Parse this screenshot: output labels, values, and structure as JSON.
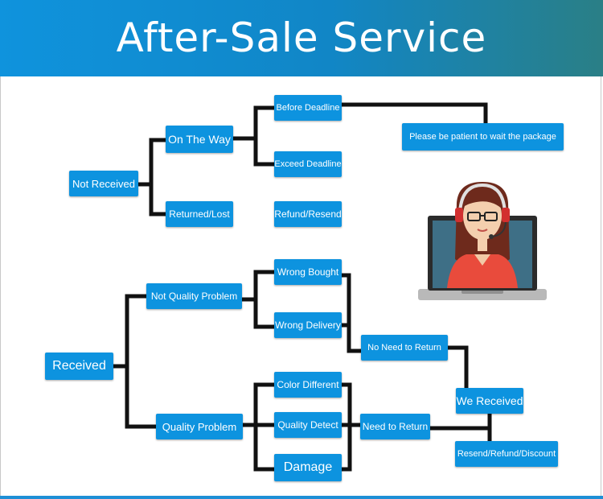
{
  "title": "After-Sale Service",
  "nodes": {
    "not_received": "Not Received",
    "on_the_way": "On The Way",
    "returned_lost": "Returned/Lost",
    "before_deadline": "Before Deadline",
    "exceed_deadline": "Exceed Deadline",
    "refund_resend": "Refund/Resend",
    "please_wait": "Please be patient to wait the package",
    "received": "Received",
    "not_quality_problem": "Not Quality Problem",
    "quality_problem": "Quality Problem",
    "wrong_bought": "Wrong Bought",
    "wrong_delivery": "Wrong Delivery",
    "color_different": "Color Different",
    "quality_detect": "Quality Detect",
    "damage": "Damage",
    "no_need_to_return": "No Need to Return",
    "need_to_return": "Need to Return",
    "we_received": "We Received",
    "resend_refund_discount": "Resend/Refund/Discount"
  },
  "colors": {
    "node": "#0d93df",
    "connector": "#111111",
    "header_start": "#0f93dd",
    "header_end": "#2a7f86"
  },
  "illustration": "customer-service-agent-on-laptop-icon"
}
